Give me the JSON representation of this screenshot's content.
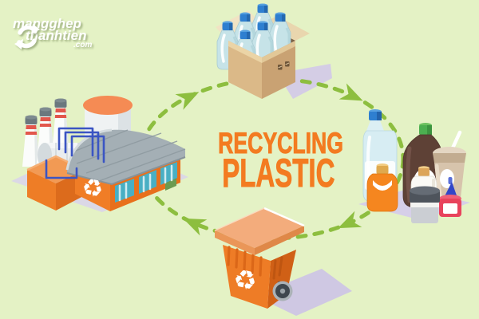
{
  "watermark": {
    "icon": "circular-arrows-recycle-icon",
    "line1": "mangghep",
    "line2": "thanhtien",
    "line3": ".com"
  },
  "title": {
    "line1": "RECYCLING",
    "line2": "PLASTIC"
  },
  "icons": {
    "recycle_glyph": "♻"
  },
  "diagram": {
    "type": "cycle",
    "direction": "clockwise",
    "nodes": [
      {
        "id": "factory",
        "icon": "recycling-factory-illustration",
        "position": "left"
      },
      {
        "id": "boxed-bottles",
        "icon": "cardboard-box-with-plastic-bottles-illustration",
        "position": "top"
      },
      {
        "id": "plastic-waste",
        "icon": "used-plastic-containers-illustration",
        "position": "right"
      },
      {
        "id": "recycle-bin",
        "icon": "orange-wheeled-recycle-bin-illustration",
        "position": "bottom"
      }
    ],
    "edges": [
      {
        "from": "factory",
        "to": "boxed-bottles"
      },
      {
        "from": "boxed-bottles",
        "to": "plastic-waste"
      },
      {
        "from": "plastic-waste",
        "to": "recycle-bin"
      },
      {
        "from": "recycle-bin",
        "to": "factory"
      }
    ]
  },
  "colors": {
    "background": "#E4F2C5",
    "arrow_green": "#8DBE3F",
    "accent_orange": "#F37B21",
    "shadow_lavender": "#D4CDE5",
    "cardboard_tan": "#DBB988",
    "bottle_blue": "#C6E3E8",
    "cap_blue": "#2E7FD0"
  }
}
